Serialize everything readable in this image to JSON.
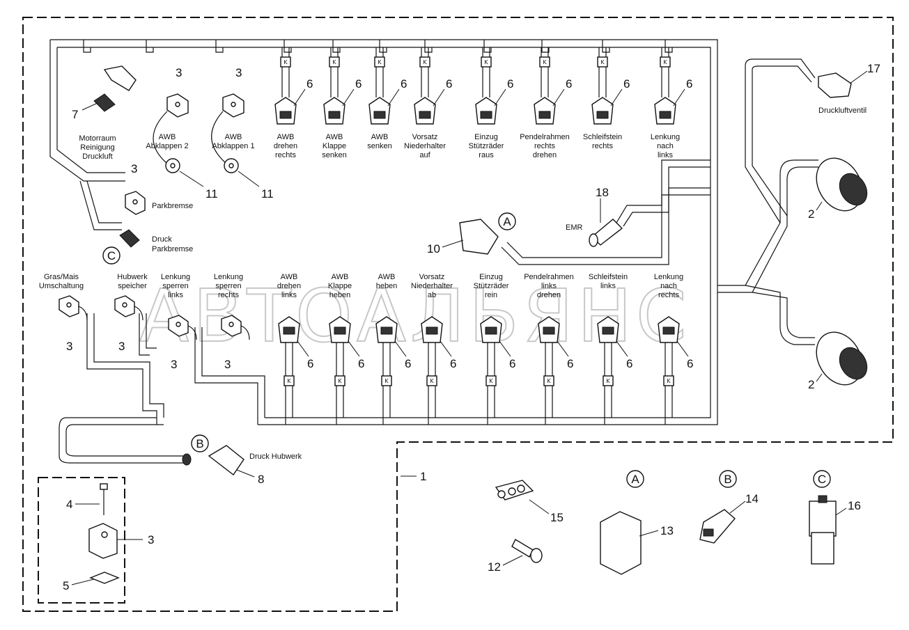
{
  "watermark": "АВТОАЛЬЯНС",
  "connector_tag": "K",
  "top_labels": [
    {
      "id": "motorraum",
      "lines": [
        "Motorraum",
        "Reinigung",
        "Druckluft"
      ]
    },
    {
      "id": "awb-abklappen-2",
      "lines": [
        "AWB",
        "Abklappen 2"
      ]
    },
    {
      "id": "awb-abklappen-1",
      "lines": [
        "AWB",
        "Abklappen 1"
      ]
    },
    {
      "id": "awb-drehen-rechts",
      "lines": [
        "AWB",
        "drehen",
        "rechts"
      ]
    },
    {
      "id": "awb-klappe-senken",
      "lines": [
        "AWB",
        "Klappe",
        "senken"
      ]
    },
    {
      "id": "awb-senken",
      "lines": [
        "AWB",
        "senken"
      ]
    },
    {
      "id": "vorsatz-niederhalter-auf",
      "lines": [
        "Vorsatz",
        "Niederhalter",
        "auf"
      ]
    },
    {
      "id": "einzug-stuetzraeder-raus",
      "lines": [
        "Einzug",
        "Stützräder",
        "raus"
      ]
    },
    {
      "id": "pendelrahmen-rechts-drehen",
      "lines": [
        "Pendelrahmen",
        "rechts",
        "drehen"
      ]
    },
    {
      "id": "schleifstein-rechts",
      "lines": [
        "Schleifstein",
        "rechts"
      ]
    },
    {
      "id": "lenkung-nach-links",
      "lines": [
        "Lenkung",
        "nach",
        "links"
      ]
    }
  ],
  "bottom_labels": [
    {
      "id": "gras-mais",
      "lines": [
        "Gras/Mais",
        "Umschaltung"
      ]
    },
    {
      "id": "hubwerk-speicher",
      "lines": [
        "Hubwerk",
        "speicher"
      ]
    },
    {
      "id": "lenkung-sperren-links",
      "lines": [
        "Lenkung",
        "sperren",
        "links"
      ]
    },
    {
      "id": "lenkung-sperren-rechts",
      "lines": [
        "Lenkung",
        "sperren",
        "rechts"
      ]
    },
    {
      "id": "awb-drehen-links",
      "lines": [
        "AWB",
        "drehen",
        "links"
      ]
    },
    {
      "id": "awb-klappe-heben",
      "lines": [
        "AWB",
        "Klappe",
        "heben"
      ]
    },
    {
      "id": "awb-heben",
      "lines": [
        "AWB",
        "heben"
      ]
    },
    {
      "id": "vorsatz-niederhalter-ab",
      "lines": [
        "Vorsatz",
        "Niederhalter",
        "ab"
      ]
    },
    {
      "id": "einzug-stuetzraeder-rein",
      "lines": [
        "Einzug",
        "Stützräder",
        "rein"
      ]
    },
    {
      "id": "pendelrahmen-links-drehen",
      "lines": [
        "Pendelrahmen",
        "links",
        "drehen"
      ]
    },
    {
      "id": "schleifstein-links",
      "lines": [
        "Schleifstein",
        "links"
      ]
    },
    {
      "id": "lenkung-nach-rechts",
      "lines": [
        "Lenkung",
        "nach",
        "rechts"
      ]
    }
  ],
  "side_labels": {
    "parkbremse": "Parkbremse",
    "druck_parkbremse": [
      "Druck",
      "Parkbremse"
    ],
    "emr": "EMR",
    "druckluftventil": "Druckluftventil",
    "druck_hubwerk": "Druck Hubwerk"
  },
  "callouts": [
    "A",
    "B",
    "C"
  ],
  "part_numbers": [
    "1",
    "2",
    "3",
    "4",
    "5",
    "6",
    "7",
    "8",
    "10",
    "11",
    "12",
    "13",
    "14",
    "15",
    "16",
    "17",
    "18"
  ]
}
